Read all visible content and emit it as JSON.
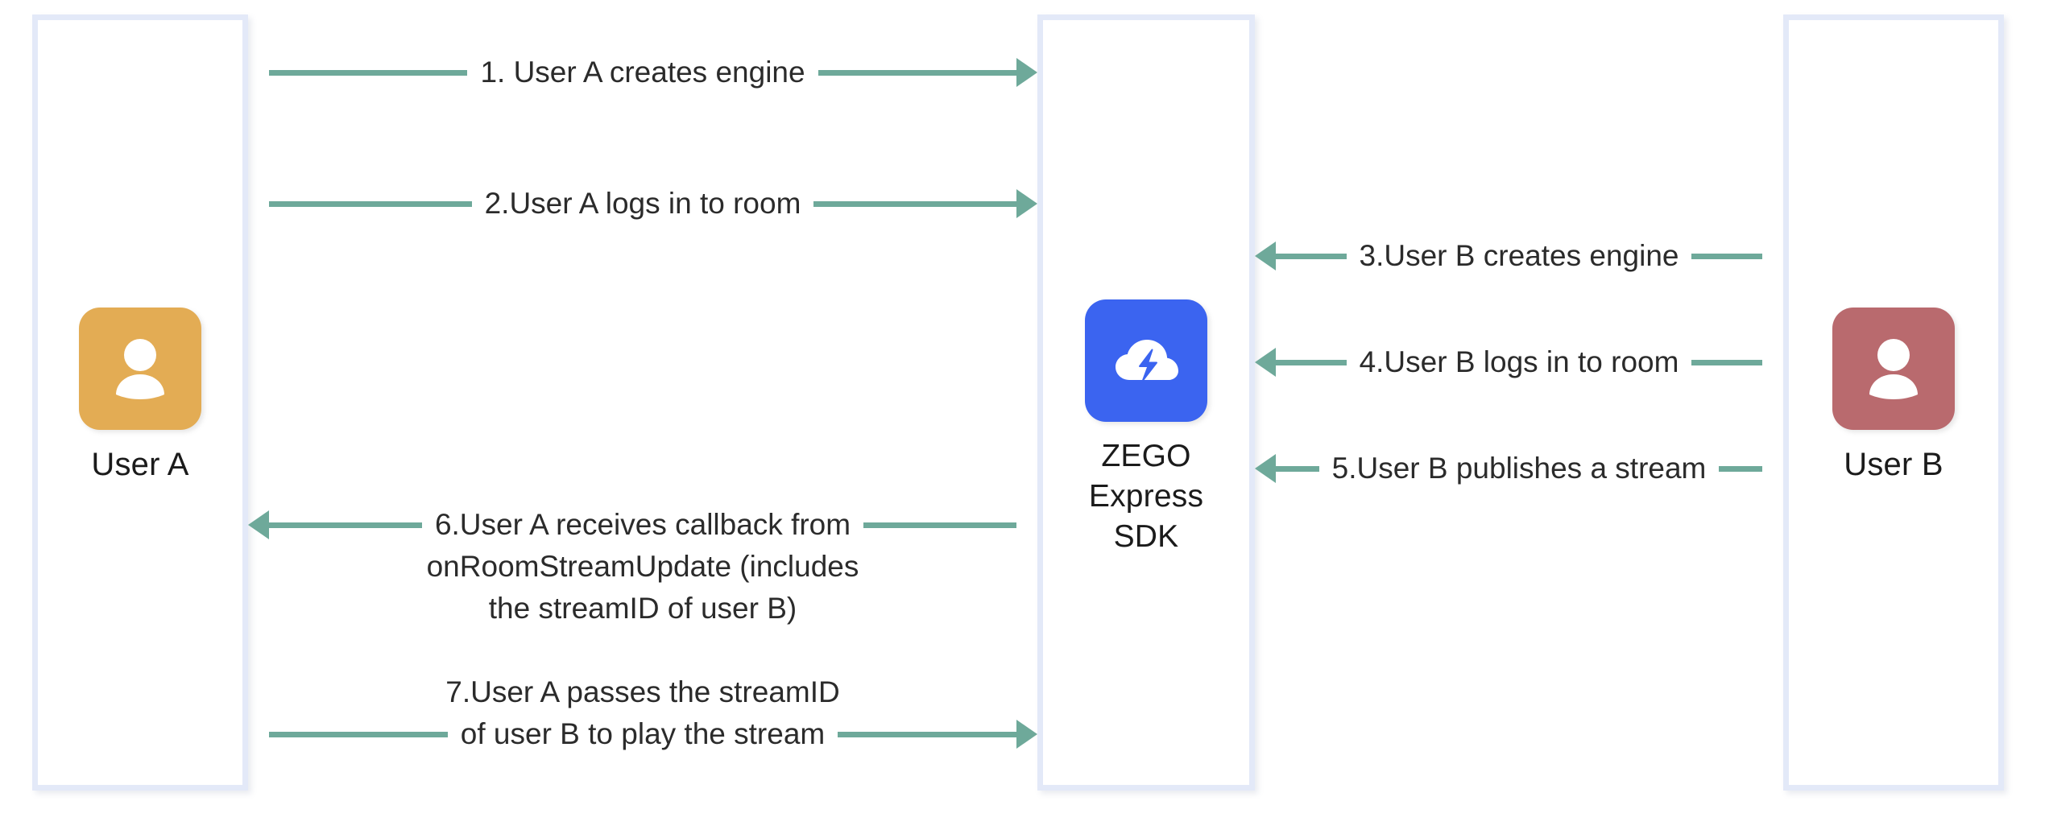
{
  "diagram": {
    "title": "ZEGO Express SDK publish/play sequence",
    "type": "sequence-diagram",
    "colors": {
      "lifeline_border": "#E3E9F8",
      "arrow": "#6EA99A",
      "user_a_avatar": "#E3AC54",
      "user_b_avatar": "#B96A6E",
      "sdk_logo": "#3B64F0",
      "text": "#2b2b2b",
      "background": "#FFFFFF"
    }
  },
  "actors": {
    "user_a": {
      "label": "User A",
      "icon": "user-avatar-icon",
      "color": "#E3AC54"
    },
    "sdk": {
      "label": "ZEGO\nExpress\nSDK",
      "icon": "zego-cloud-bolt-icon",
      "color": "#3B64F0"
    },
    "user_b": {
      "label": "User B",
      "icon": "user-avatar-icon",
      "color": "#B96A6E"
    }
  },
  "messages": [
    {
      "step": "1",
      "text": "1. User A creates engine",
      "lines": [
        "1. User A creates engine"
      ],
      "from": "user_a",
      "to": "sdk",
      "direction": "right"
    },
    {
      "step": "2",
      "text": "2.User A logs in to room",
      "lines": [
        "2.User A logs in to room"
      ],
      "from": "user_a",
      "to": "sdk",
      "direction": "right"
    },
    {
      "step": "3",
      "text": "3.User B creates engine",
      "lines": [
        "3.User B creates engine"
      ],
      "from": "user_b",
      "to": "sdk",
      "direction": "left"
    },
    {
      "step": "4",
      "text": "4.User B logs in to room",
      "lines": [
        "4.User B logs in to room"
      ],
      "from": "user_b",
      "to": "sdk",
      "direction": "left"
    },
    {
      "step": "5",
      "text": "5.User B publishes a stream",
      "lines": [
        "5.User B publishes a stream"
      ],
      "from": "user_b",
      "to": "sdk",
      "direction": "left"
    },
    {
      "step": "6",
      "text": "6.User A receives callback from onRoomStreamUpdate (includes the streamID of user B)",
      "lines": [
        "6.User A receives callback from",
        "onRoomStreamUpdate (includes",
        "the streamID of user B)"
      ],
      "from": "sdk",
      "to": "user_a",
      "direction": "left"
    },
    {
      "step": "7",
      "text": "7.User A passes the streamID of user B to play the stream",
      "lines": [
        "7.User A passes the streamID",
        "of user B to play the stream"
      ],
      "from": "user_a",
      "to": "sdk",
      "direction": "right"
    }
  ]
}
